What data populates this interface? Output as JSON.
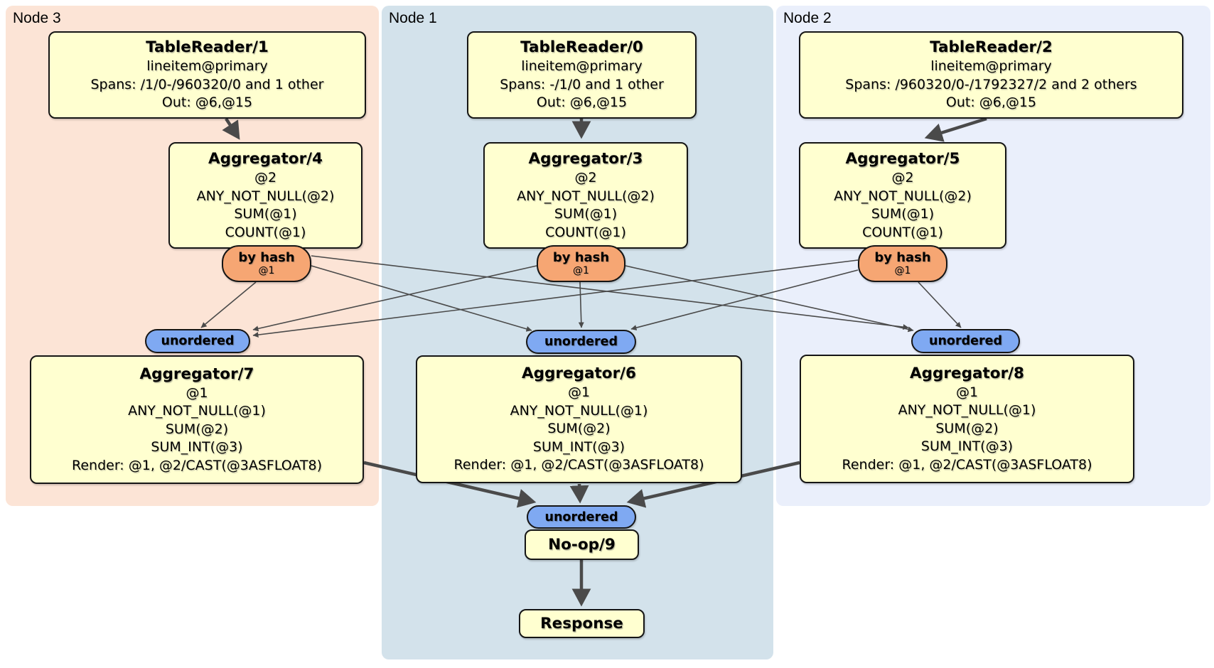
{
  "colors": {
    "node3_region_bg": "#fce4d6",
    "node1_region_bg": "#d3e2eb",
    "node2_region_bg": "#eaeffb",
    "processor_box_bg": "#ffffd0",
    "router_pill_bg": "#f6a673",
    "synchronizer_pill_bg": "#7fa9f2",
    "edge_color": "#4a4a4a",
    "border_color": "#151515"
  },
  "regions": [
    {
      "label": "Node 3"
    },
    {
      "label": "Node 1"
    },
    {
      "label": "Node 2"
    }
  ],
  "processors": {
    "tablereader1": {
      "title": "TableReader/1",
      "lines": [
        "lineitem@primary",
        "Spans: /1/0-/960320/0 and 1 other",
        "Out: @6,@15"
      ]
    },
    "tablereader0": {
      "title": "TableReader/0",
      "lines": [
        "lineitem@primary",
        "Spans: -/1/0 and 1 other",
        "Out: @6,@15"
      ]
    },
    "tablereader2": {
      "title": "TableReader/2",
      "lines": [
        "lineitem@primary",
        "Spans: /960320/0-/1792327/2 and 2 others",
        "Out: @6,@15"
      ]
    },
    "aggregator4": {
      "title": "Aggregator/4",
      "lines": [
        "@2",
        "ANY_NOT_NULL(@2)",
        "SUM(@1)",
        "COUNT(@1)"
      ]
    },
    "aggregator3": {
      "title": "Aggregator/3",
      "lines": [
        "@2",
        "ANY_NOT_NULL(@2)",
        "SUM(@1)",
        "COUNT(@1)"
      ]
    },
    "aggregator5": {
      "title": "Aggregator/5",
      "lines": [
        "@2",
        "ANY_NOT_NULL(@2)",
        "SUM(@1)",
        "COUNT(@1)"
      ]
    },
    "aggregator7": {
      "title": "Aggregator/7",
      "lines": [
        "@1",
        "ANY_NOT_NULL(@1)",
        "SUM(@2)",
        "SUM_INT(@3)",
        "Render: @1, @2/CAST(@3ASFLOAT8)"
      ]
    },
    "aggregator6": {
      "title": "Aggregator/6",
      "lines": [
        "@1",
        "ANY_NOT_NULL(@1)",
        "SUM(@2)",
        "SUM_INT(@3)",
        "Render: @1, @2/CAST(@3ASFLOAT8)"
      ]
    },
    "aggregator8": {
      "title": "Aggregator/8",
      "lines": [
        "@1",
        "ANY_NOT_NULL(@1)",
        "SUM(@2)",
        "SUM_INT(@3)",
        "Render: @1, @2/CAST(@3ASFLOAT8)"
      ]
    },
    "noop9": {
      "title": "No-op/9"
    },
    "response": {
      "title": "Response"
    }
  },
  "routers": [
    {
      "label": "by hash",
      "detail": "@1"
    },
    {
      "label": "by hash",
      "detail": "@1"
    },
    {
      "label": "by hash",
      "detail": "@1"
    }
  ],
  "synchronizers": [
    {
      "label": "unordered"
    },
    {
      "label": "unordered"
    },
    {
      "label": "unordered"
    },
    {
      "label": "unordered"
    }
  ]
}
